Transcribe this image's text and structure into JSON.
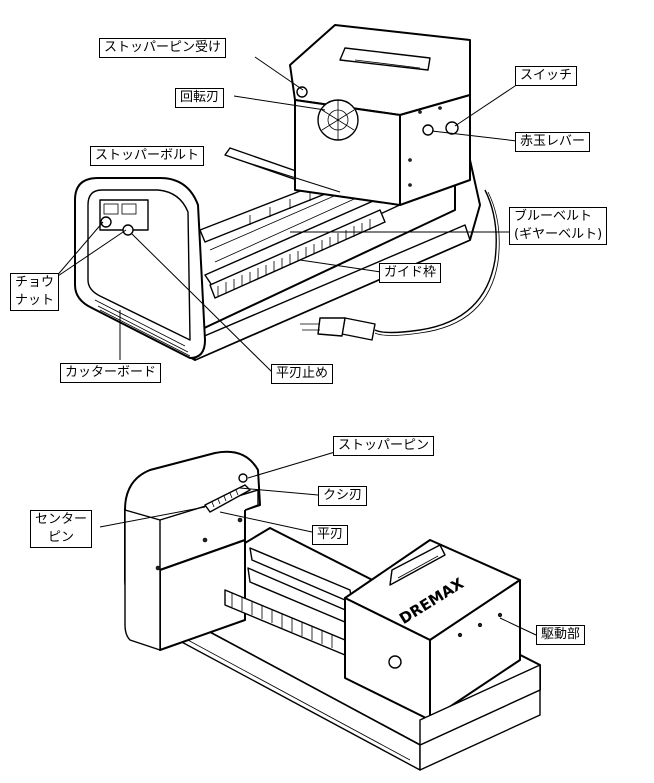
{
  "labels": {
    "stopper_pin_holder": "ストッパーピン受け",
    "rotary_blade": "回転刃",
    "switch": "スイッチ",
    "red_ball_lever": "赤玉レバー",
    "stopper_bolt": "ストッパーボルト",
    "blue_belt_line1": "ブルーベルト",
    "blue_belt_line2": "(ギヤーベルト)",
    "wing_nut_line1": "チョウ",
    "wing_nut_line2": "ナット",
    "guide_frame": "ガイド枠",
    "cutter_board": "カッターボード",
    "flat_blade_stop": "平刃止め",
    "stopper_pin": "ストッパーピン",
    "comb_blade": "クシ刃",
    "center_pin_line1": "センター",
    "center_pin_line2": "ピン",
    "flat_blade": "平刃",
    "drive_unit": "駆動部"
  },
  "logo_text": "DREMAX"
}
